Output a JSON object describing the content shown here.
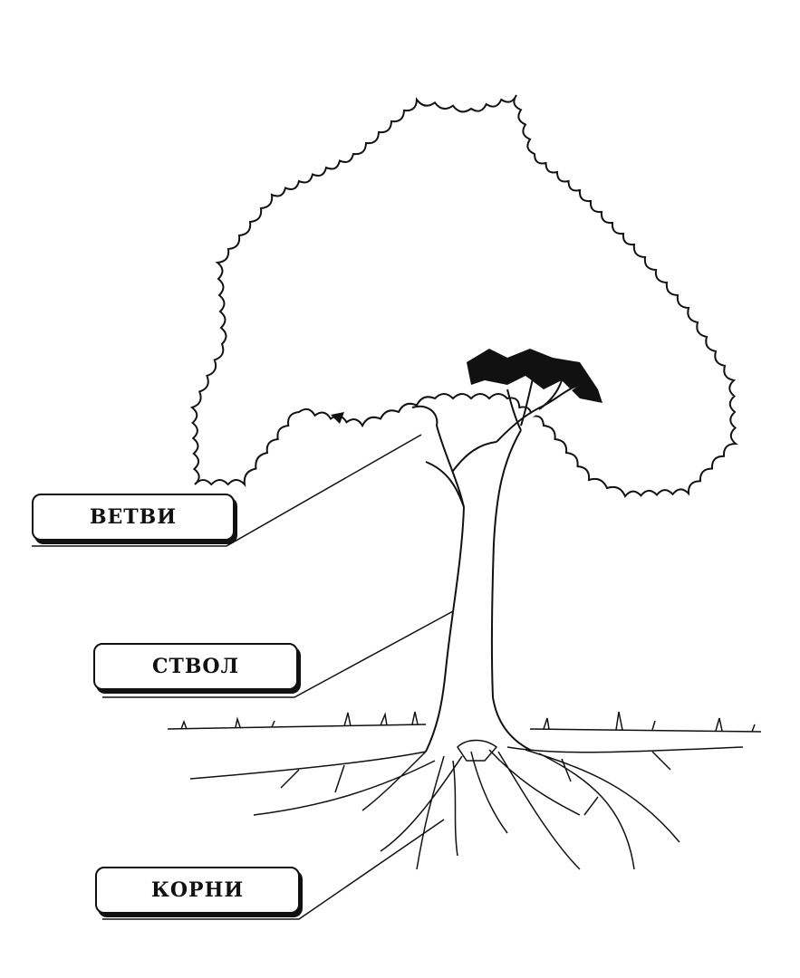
{
  "labels": {
    "branches": "ВЕТВИ",
    "trunk": "СТВОЛ",
    "roots": "КОРНИ"
  },
  "colors": {
    "line": "#111111",
    "background": "#ffffff"
  }
}
